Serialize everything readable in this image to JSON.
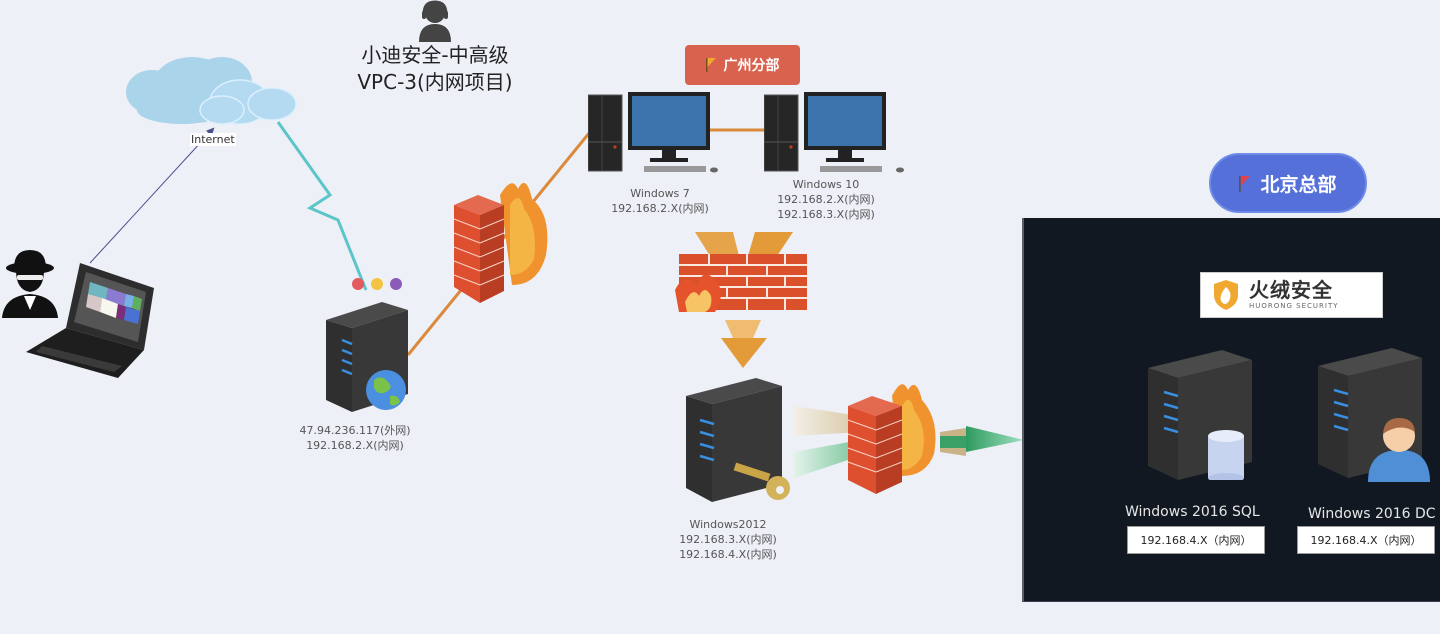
{
  "title": {
    "line1": "小迪安全-中高级",
    "line2": "VPC-3(内网项目)"
  },
  "internet": {
    "label": "Internet"
  },
  "dmz_server": {
    "ip_external": "47.94.236.117(外网)",
    "ip_internal": "192.168.2.X(内网)"
  },
  "guangzhou": {
    "badge": "广州分部",
    "win7": {
      "name": "Windows 7",
      "ips": [
        "192.168.2.X(内网)"
      ]
    },
    "win10": {
      "name": "Windows 10",
      "ips": [
        "192.168.2.X(内网)",
        "192.168.3.X(内网)"
      ]
    }
  },
  "win2012": {
    "name": "Windows2012",
    "ips": [
      "192.168.3.X(内网)",
      "192.168.4.X(内网)"
    ]
  },
  "beijing": {
    "badge": "北京总部",
    "logo_cn": "火绒安全",
    "logo_en": "HUORONG SECURITY",
    "sql": {
      "name": "Windows 2016 SQL",
      "ip": "192.168.4.X（内网）"
    },
    "dc": {
      "name": "Windows 2016 DC",
      "ip": "192.168.4.X（内网）"
    }
  },
  "colors": {
    "background": "#edf0f7",
    "guangzhou_badge": "#d9624f",
    "beijing_badge": "#5570d9",
    "hq_panel": "#121822",
    "link_orange": "#e0913f",
    "link_teal": "#5bc5c8"
  }
}
